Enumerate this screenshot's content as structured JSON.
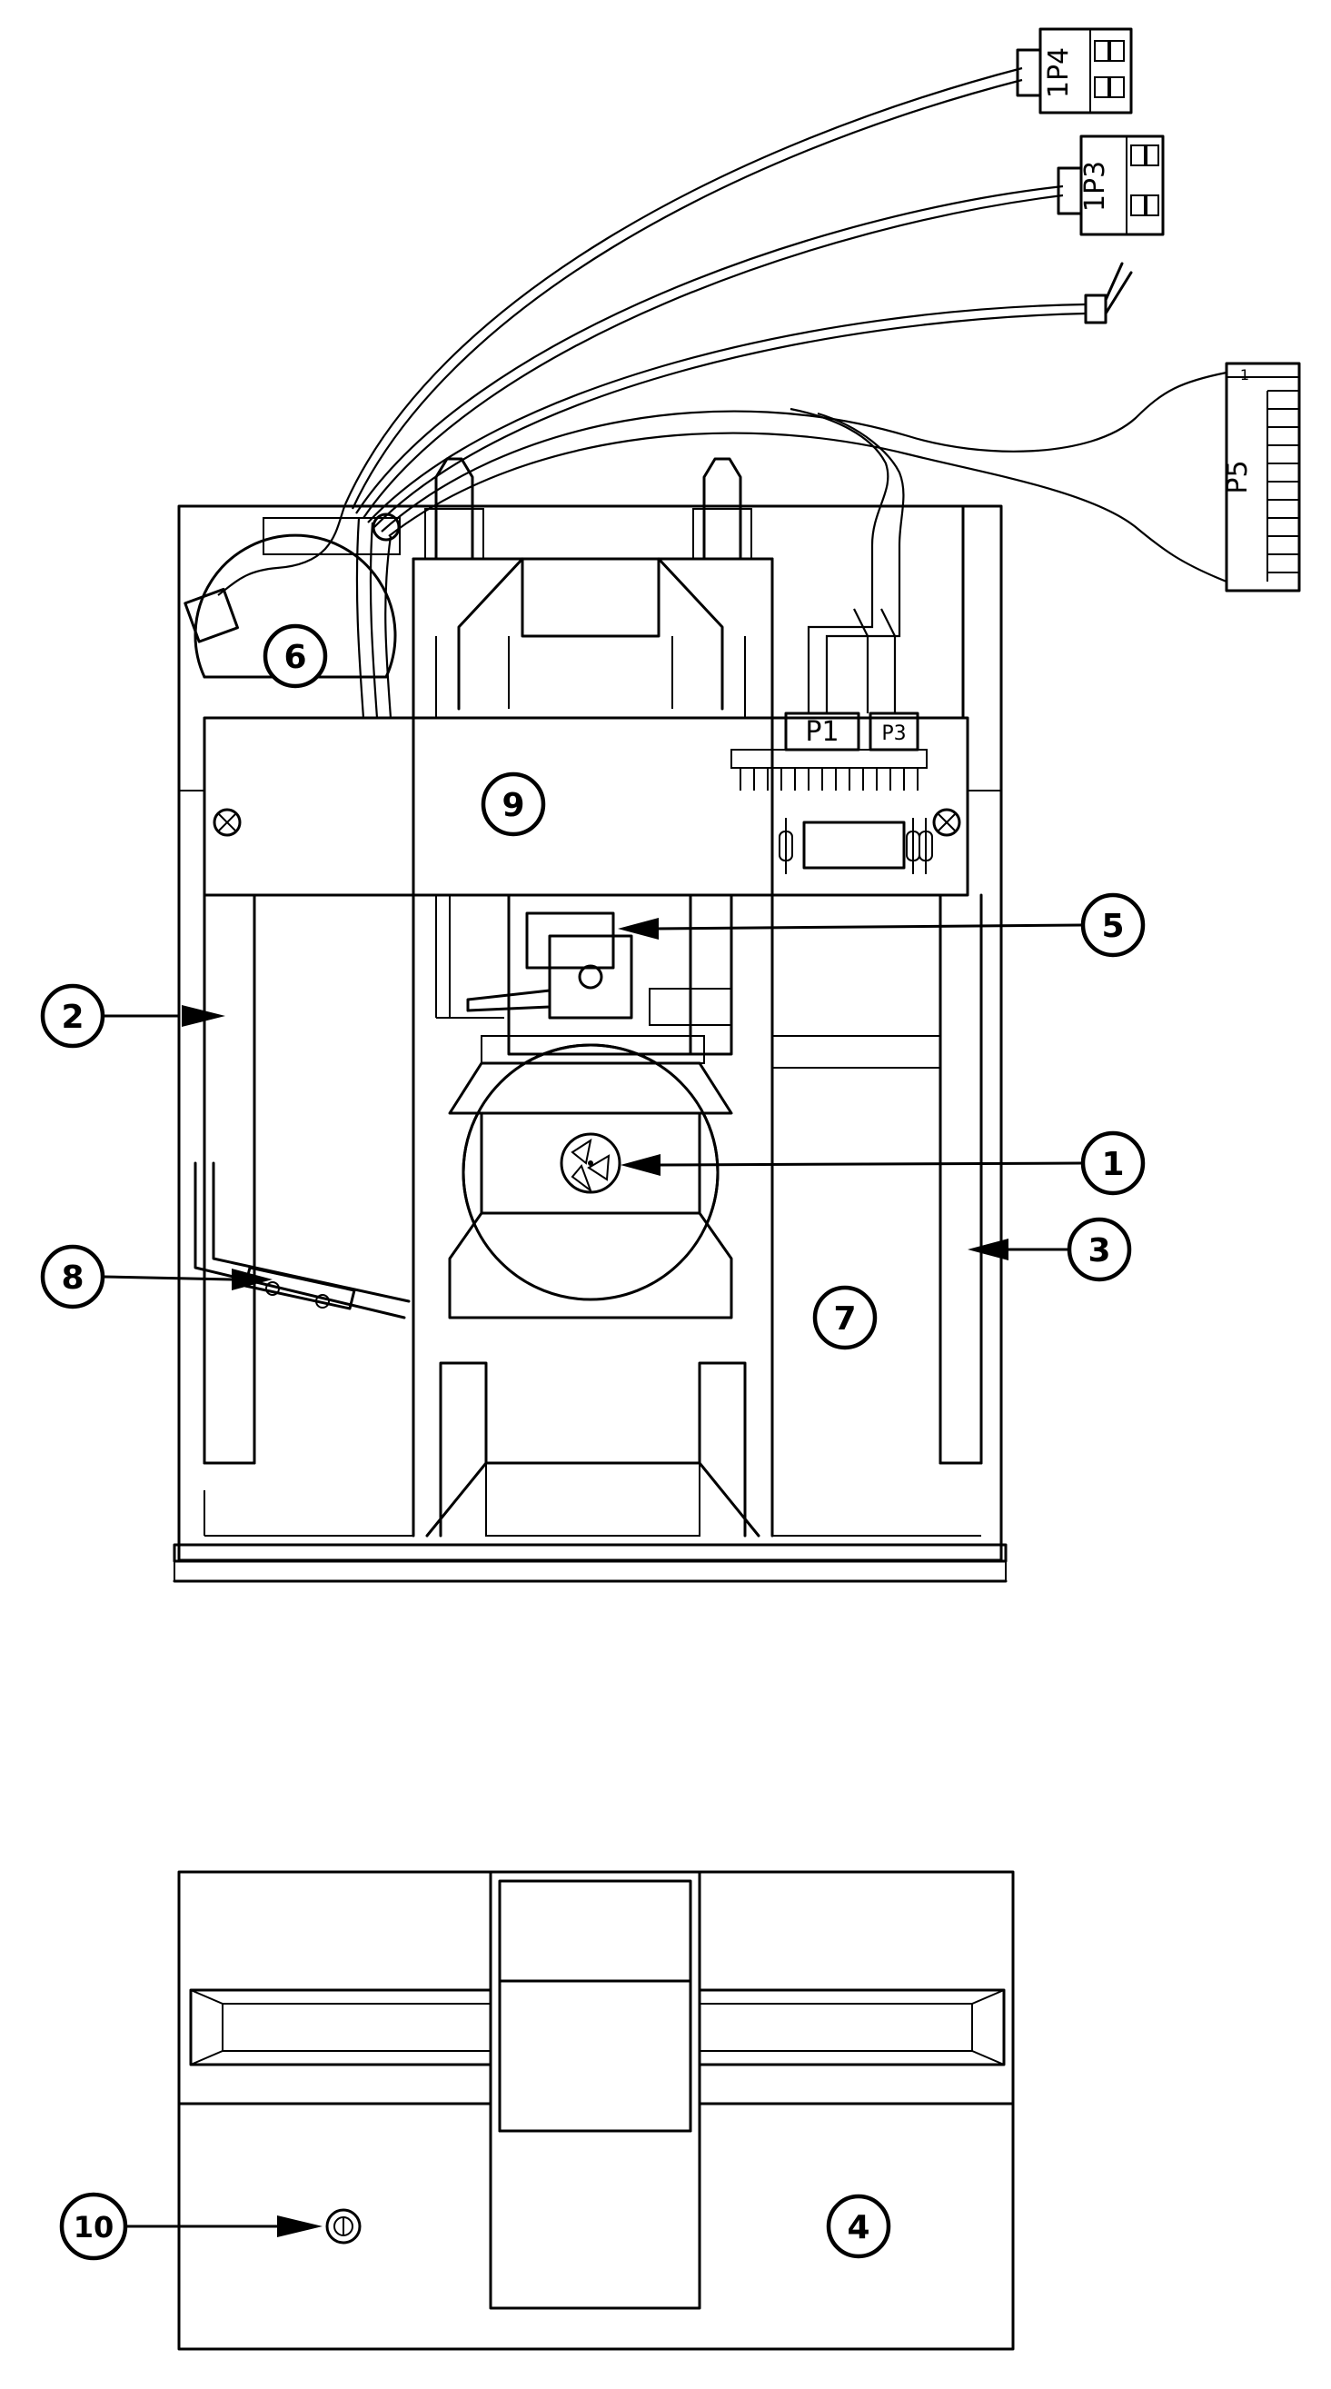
{
  "callouts": [
    {
      "id": "1",
      "label": "1"
    },
    {
      "id": "2",
      "label": "2"
    },
    {
      "id": "3",
      "label": "3"
    },
    {
      "id": "4",
      "label": "4"
    },
    {
      "id": "5",
      "label": "5"
    },
    {
      "id": "6",
      "label": "6"
    },
    {
      "id": "7",
      "label": "7"
    },
    {
      "id": "8",
      "label": "8"
    },
    {
      "id": "9",
      "label": "9"
    },
    {
      "id": "10",
      "label": "10"
    }
  ],
  "connectors": {
    "p4": "1P4",
    "p3": "1P3",
    "p5": "P5",
    "p5_pin": "1",
    "pcb_p1": "P1",
    "pcb_p3": "P3"
  }
}
